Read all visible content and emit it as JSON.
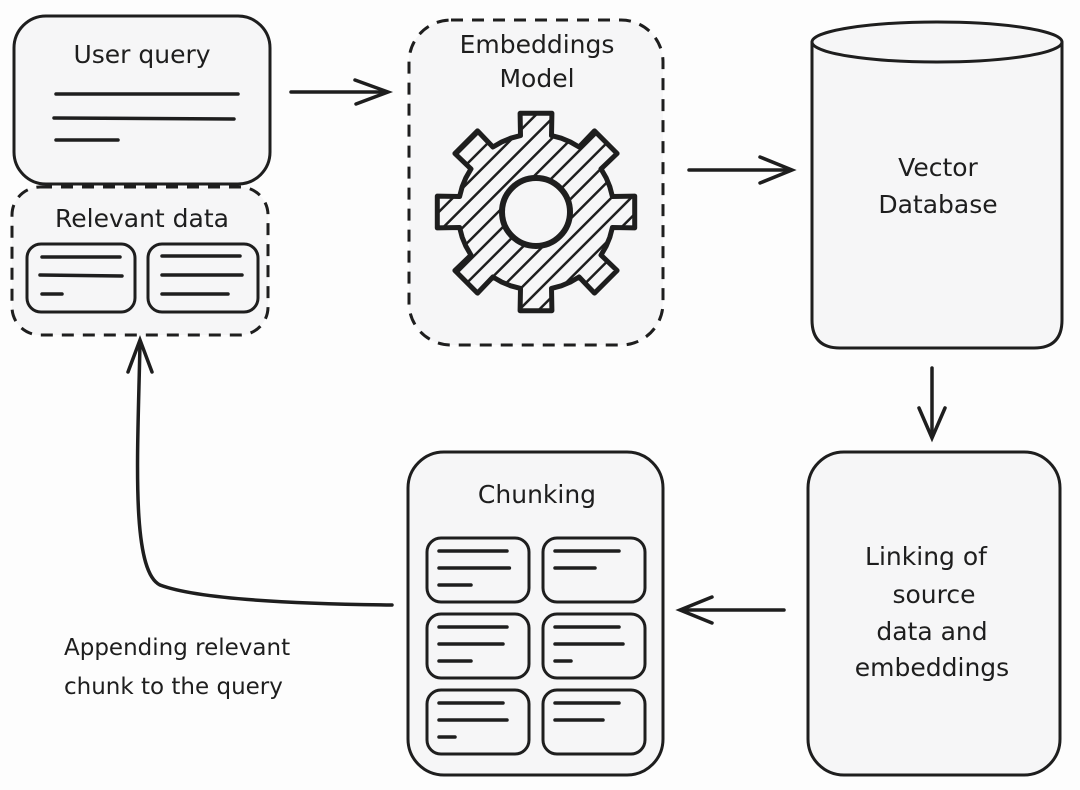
{
  "nodes": {
    "user_query": {
      "title": "User query"
    },
    "relevant_data": {
      "title": "Relevant data"
    },
    "embeddings_model": {
      "title_line1": "Embeddings",
      "title_line2": "Model",
      "icon": "gear-icon"
    },
    "vector_database": {
      "line1": "Vector",
      "line2": "Database"
    },
    "linking": {
      "line1": "Linking of",
      "line2": "source",
      "line3": "data and",
      "line4": "embeddings"
    },
    "chunking": {
      "title": "Chunking"
    }
  },
  "edges": {
    "append_label_line1": "Appending relevant",
    "append_label_line2": "chunk to the query"
  },
  "colors": {
    "stroke": "#1e1e1e",
    "fill": "#f6f6f7",
    "background": "#fdfdfd"
  }
}
